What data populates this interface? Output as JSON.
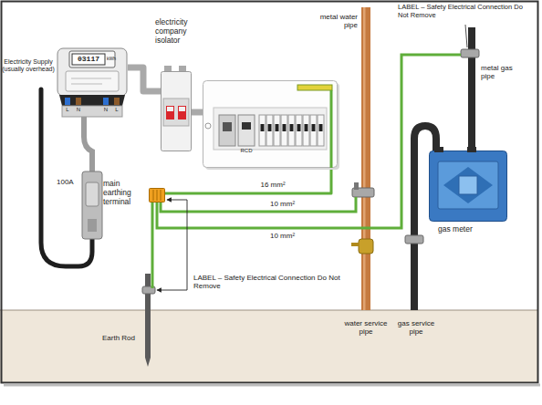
{
  "diagram": {
    "nodes": [
      {
        "text": [
          "03117",
          "kWh",
          "L",
          "N",
          "N",
          "L"
        ]
      },
      {
        "text": [
          "electricity company isolator"
        ]
      },
      {
        "text": [
          "RCD"
        ]
      },
      {
        "text": [
          "main earthing terminal"
        ]
      },
      {
        "text": [
          "gas meter"
        ]
      }
    ],
    "edges": [
      {
        "from": 0,
        "to": 1,
        "arrow": "none"
      },
      {
        "from": 1,
        "to": 2,
        "arrow": "none"
      },
      {
        "from": 2,
        "to": 3,
        "label": "16 mm²",
        "arrow": "none"
      }
    ],
    "labels": [
      "Electricity Supply (usually overhead)",
      "100A",
      "LABEL – Safety Electrical Connection Do Not Remove",
      "LABEL – Safety Electrical Connection Do Not Remove",
      "10 mm²",
      "10 mm²",
      "metal water pipe",
      "water service pipe",
      "metal gas pipe",
      "gas service pipe",
      "Earth Rod"
    ]
  }
}
